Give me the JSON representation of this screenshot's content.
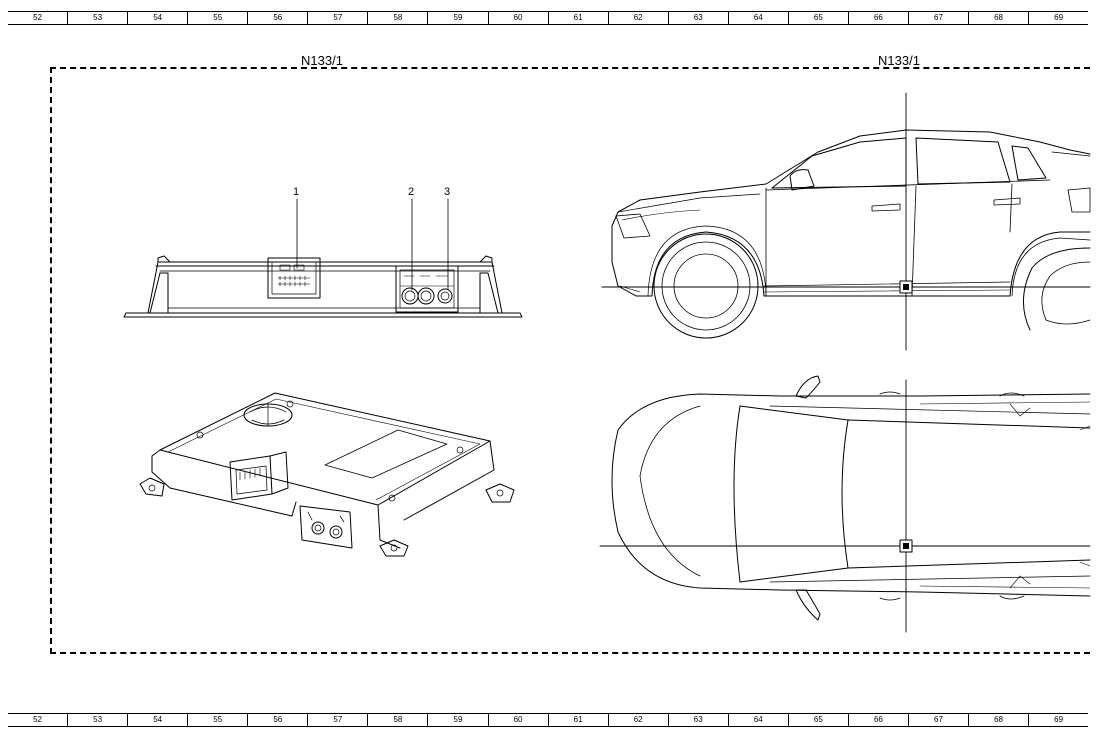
{
  "ruler_top": [
    "52",
    "53",
    "54",
    "55",
    "56",
    "57",
    "58",
    "59",
    "60",
    "61",
    "62",
    "63",
    "64",
    "65",
    "66",
    "67",
    "68",
    "69"
  ],
  "ruler_bottom": [
    "52",
    "53",
    "54",
    "55",
    "56",
    "57",
    "58",
    "59",
    "60",
    "61",
    "62",
    "63",
    "64",
    "65",
    "66",
    "67",
    "68",
    "69"
  ],
  "component_labels": [
    "N133/1",
    "N133/1"
  ],
  "callouts": [
    "1",
    "2",
    "3"
  ]
}
